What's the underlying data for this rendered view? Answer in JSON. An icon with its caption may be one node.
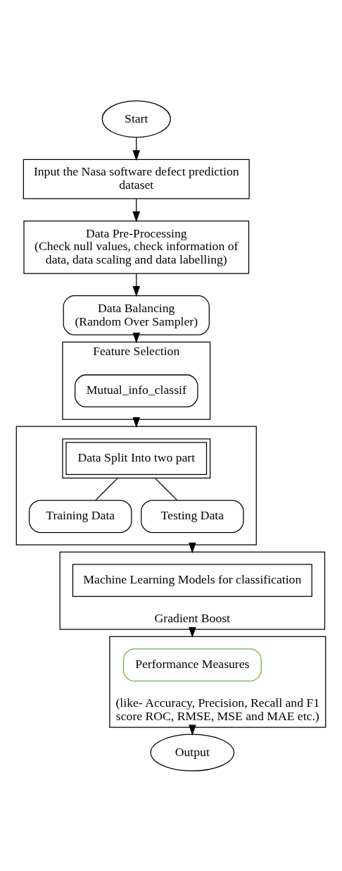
{
  "diagram": {
    "nodes": [
      {
        "text": [
          "Start"
        ]
      },
      {
        "text": [
          "Input the Nasa software defect prediction dataset"
        ]
      },
      {
        "text": [
          "Data Pre-Processing",
          "(Check null values, check information of data, data scaling and data labelling)"
        ]
      },
      {
        "text": [
          "Data Balancing",
          "(Random Over Sampler)"
        ]
      },
      {
        "text": [
          "Feature Selection"
        ]
      },
      {
        "text": [
          "Mutual_info_classif"
        ],
        "in": 4
      },
      {
        "text": [],
        "shape": "box"
      },
      {
        "text": [
          "Data Split Into two part"
        ],
        "in": 6
      },
      {
        "text": [
          "Training Data"
        ],
        "in": 6
      },
      {
        "text": [
          "Testing Data"
        ],
        "in": 6
      },
      {
        "text": [
          "Gradient Boost"
        ]
      },
      {
        "text": [
          "Machine Learning Models for classification"
        ],
        "in": 10
      },
      {
        "text": [
          "(like- Accuracy, Precision, Recall and F1 score ROC, RMSE, MSE and MAE etc.)"
        ]
      },
      {
        "text": [
          "Performance Measures"
        ],
        "in": 12
      },
      {
        "text": [
          "Output"
        ]
      }
    ],
    "edges": [
      {
        "from": 0,
        "to": 1,
        "arrow": "to"
      },
      {
        "from": 1,
        "to": 2,
        "arrow": "to"
      },
      {
        "from": 2,
        "to": 3,
        "arrow": "to"
      },
      {
        "from": 3,
        "to": 4,
        "arrow": "to"
      },
      {
        "from": 4,
        "to": 6,
        "arrow": "to"
      },
      {
        "from": 7,
        "to": 8,
        "arrow": "none"
      },
      {
        "from": 7,
        "to": 9,
        "arrow": "none"
      },
      {
        "from": 6,
        "to": 10,
        "arrow": "to"
      },
      {
        "from": 10,
        "to": 12,
        "arrow": "to"
      },
      {
        "from": 12,
        "to": 14,
        "arrow": "to"
      }
    ]
  }
}
